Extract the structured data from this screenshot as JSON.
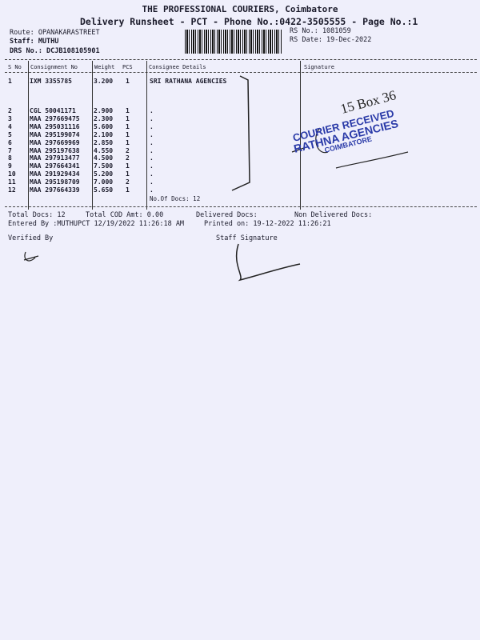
{
  "header": {
    "company": "THE PROFESSIONAL COURIERS, Coimbatore",
    "subtitle": "Delivery Runsheet - PCT - Phone No.:0422-3505555 - Page No.:1",
    "route": "Route: OPANAKARASTREET",
    "staff": "Staff: MUTHU",
    "drs": "DRS No.: DCJB108105901",
    "rs_no": "RS No.: 1081059",
    "rs_date": "RS Date: 19-Dec-2022"
  },
  "columns": [
    "S No",
    "Consignment No",
    "Weight",
    "PCS",
    "Consignee Details",
    "Signature"
  ],
  "rows": [
    {
      "sno": "1",
      "cno": "IXM 3355785",
      "weight": "3.200",
      "pcs": "1",
      "consignee": "SRI RATHANA AGENCIES"
    },
    {
      "sno": "2",
      "cno": "CGL 50041171",
      "weight": "2.900",
      "pcs": "1",
      "consignee": "."
    },
    {
      "sno": "3",
      "cno": "MAA 297669475",
      "weight": "2.300",
      "pcs": "1",
      "consignee": "."
    },
    {
      "sno": "4",
      "cno": "MAA 295031116",
      "weight": "5.600",
      "pcs": "1",
      "consignee": "."
    },
    {
      "sno": "5",
      "cno": "MAA 295199074",
      "weight": "2.100",
      "pcs": "1",
      "consignee": "."
    },
    {
      "sno": "6",
      "cno": "MAA 297669969",
      "weight": "2.850",
      "pcs": "1",
      "consignee": "."
    },
    {
      "sno": "7",
      "cno": "MAA 295197638",
      "weight": "4.550",
      "pcs": "2",
      "consignee": "."
    },
    {
      "sno": "8",
      "cno": "MAA 297913477",
      "weight": "4.500",
      "pcs": "2",
      "consignee": "."
    },
    {
      "sno": "9",
      "cno": "MAA 297664341",
      "weight": "7.500",
      "pcs": "1",
      "consignee": "."
    },
    {
      "sno": "10",
      "cno": "MAA 291929434",
      "weight": "5.200",
      "pcs": "1",
      "consignee": "."
    },
    {
      "sno": "11",
      "cno": "MAA 295198709",
      "weight": "7.000",
      "pcs": "2",
      "consignee": "."
    },
    {
      "sno": "12",
      "cno": "MAA 297664339",
      "weight": "5.650",
      "pcs": "1",
      "consignee": "."
    }
  ],
  "no_of_docs": "No.Of Docs: 12",
  "footer": {
    "total_docs": "Total Docs:  12",
    "total_cod": "Total COD Amt:    0.00",
    "delivered": "Delivered Docs:",
    "non_delivered": "Non Delivered Docs:",
    "entered_by": "Entered By :MUTHUPCT 12/19/2022 11:26:18 AM",
    "printed_on": "Printed on: 19-12-2022 11:26:21",
    "verified_by": "Verified By",
    "staff_signature": "Staff Signature"
  },
  "annotations": {
    "handwritten": "15 Box 36",
    "stamp_line1": "COURIER RECEIVED",
    "stamp_line2": "RATHNA AGENCIES",
    "stamp_line3": "COIMBATORE"
  }
}
